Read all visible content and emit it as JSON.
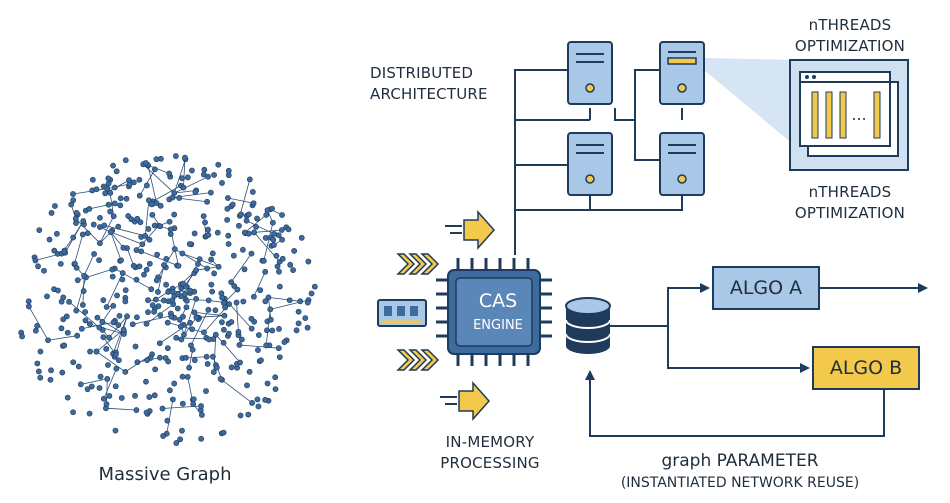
{
  "labels": {
    "massive_graph": "Massive Graph",
    "distributed_line1": "DISTRIBUTED",
    "distributed_line2": "ARCHITECTURE",
    "nthreads_top_line1": "nTHREADS",
    "nthreads_top_line2": "OPTIMIZATION",
    "nthreads_bottom_line1": "nTHREADS",
    "nthreads_bottom_line2": "OPTIMIZATION",
    "cas_line1": "CAS",
    "cas_line2": "ENGINE",
    "in_memory_line1": "IN-MEMORY",
    "in_memory_line2": "PROCESSING",
    "algo_a": "ALGO A",
    "algo_b": "ALGO B",
    "graph_parameter": "graph PARAMETER",
    "graph_parameter_note": "(INSTANTIATED NETWORK REUSE)",
    "thread_window_ellipsis": "..."
  },
  "colors": {
    "dark_blue": "#1f3b5c",
    "node_blue": "#3d6b9e",
    "light_blue": "#a9c8e8",
    "panel_blue": "#cfe0f1",
    "accent_yellow": "#f3c94c",
    "text": "#1f2d3d"
  },
  "icons": [
    "server-icon",
    "processor-chip-icon",
    "memory-module-icon",
    "database-icon",
    "fast-forward-arrows-icon",
    "speed-arrow-icon",
    "app-window-icon"
  ]
}
